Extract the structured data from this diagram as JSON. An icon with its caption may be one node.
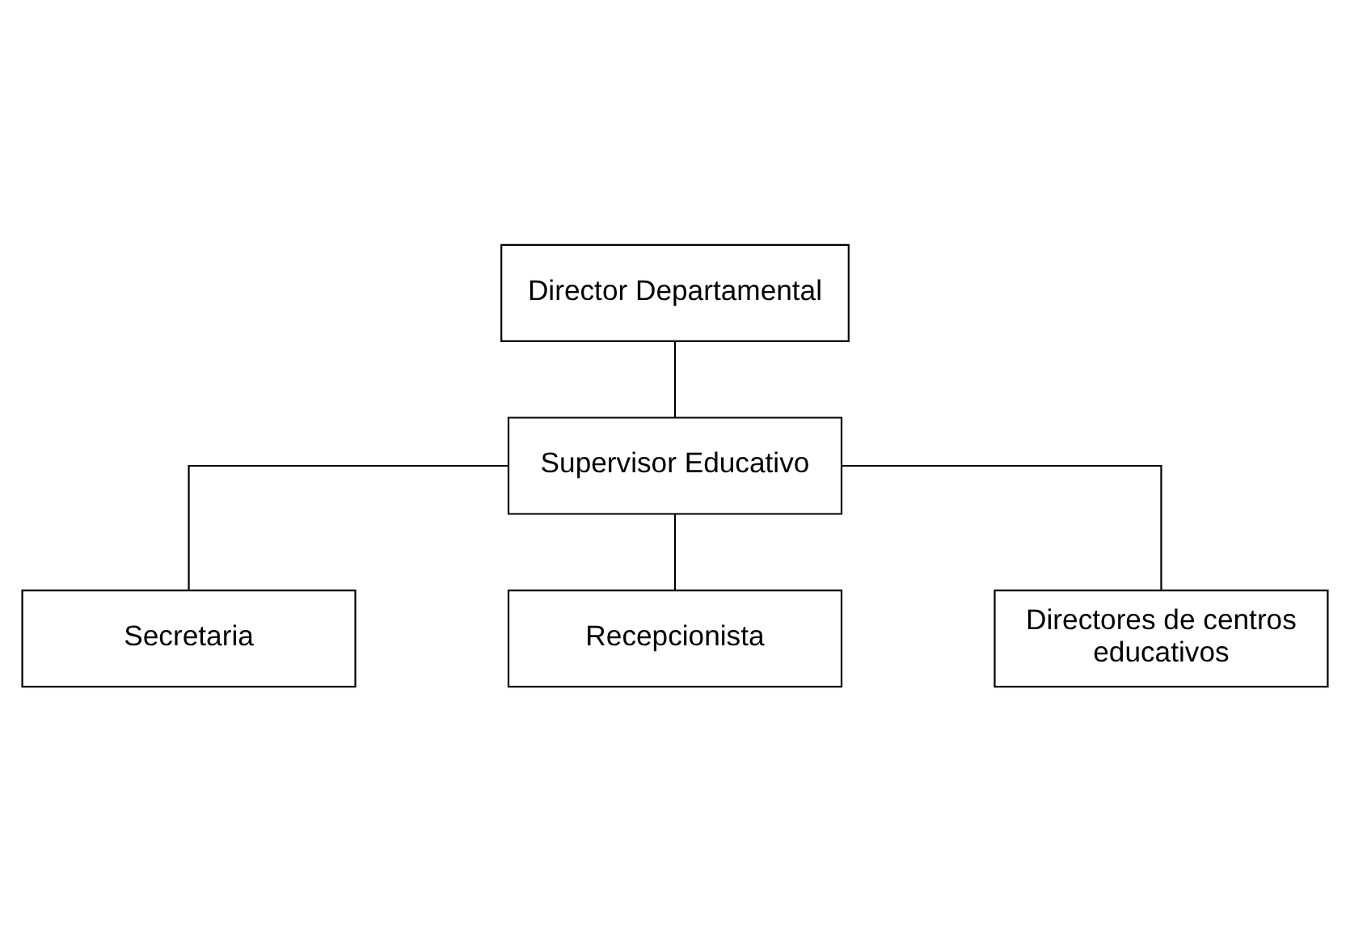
{
  "diagram": {
    "nodes": [
      {
        "text": [
          "Director Departamental"
        ]
      },
      {
        "text": [
          "Supervisor Educativo"
        ]
      },
      {
        "text": [
          "Secretaria"
        ]
      },
      {
        "text": [
          "Recepcionista"
        ]
      },
      {
        "text": [
          "Directores de centros educativos"
        ]
      }
    ],
    "edges": [
      {
        "from": 0,
        "to": 1,
        "arrow": "none"
      },
      {
        "from": 1,
        "to": 2,
        "arrow": "none"
      },
      {
        "from": 1,
        "to": 3,
        "arrow": "none"
      },
      {
        "from": 1,
        "to": 4,
        "arrow": "none"
      }
    ]
  }
}
